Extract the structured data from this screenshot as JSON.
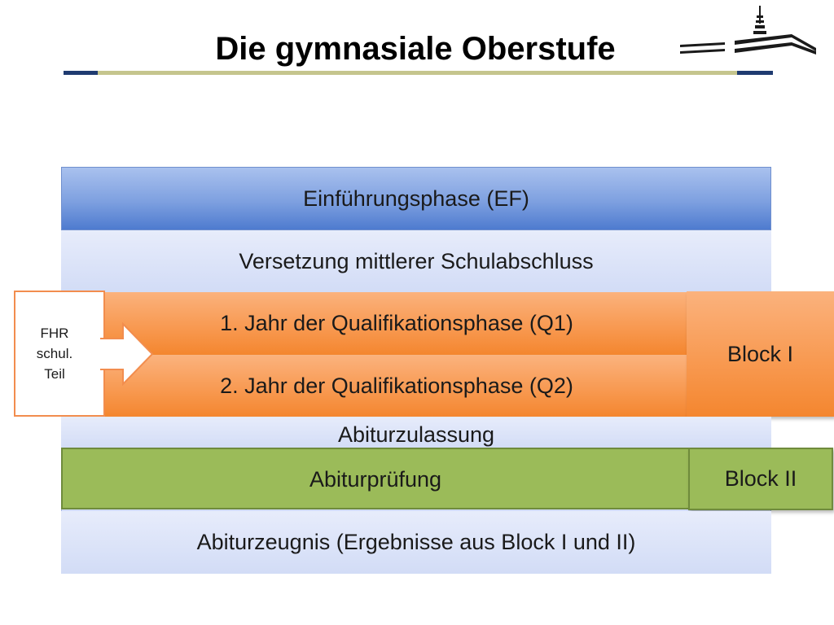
{
  "slide": {
    "title": "Die gymnasiale Oberstufe",
    "accent_colors": {
      "navy": "#1f3b70",
      "olive": "#c5c58d",
      "blue": "#4e7bcf",
      "orange": "#f89a52",
      "green": "#9bbb59"
    },
    "logo_icon": "tower-logo-icon"
  },
  "phases": {
    "ef": "Einführungsphase (EF)",
    "versetzung": "Versetzung  mittlerer Schulabschluss",
    "q1": "1. Jahr der Qualifikationsphase (Q1)",
    "q2": "2. Jahr der Qualifikationsphase (Q2)",
    "abiturzulassung": "Abiturzulassung",
    "abiturpruefung": "Abiturprüfung",
    "abiturzeugnis": "Abiturzeugnis (Ergebnisse aus Block I und II)"
  },
  "blocks": {
    "block1": "Block I",
    "block2": "Block II"
  },
  "fhr": {
    "line1": "FHR",
    "line2": "schul.",
    "line3": "Teil"
  }
}
